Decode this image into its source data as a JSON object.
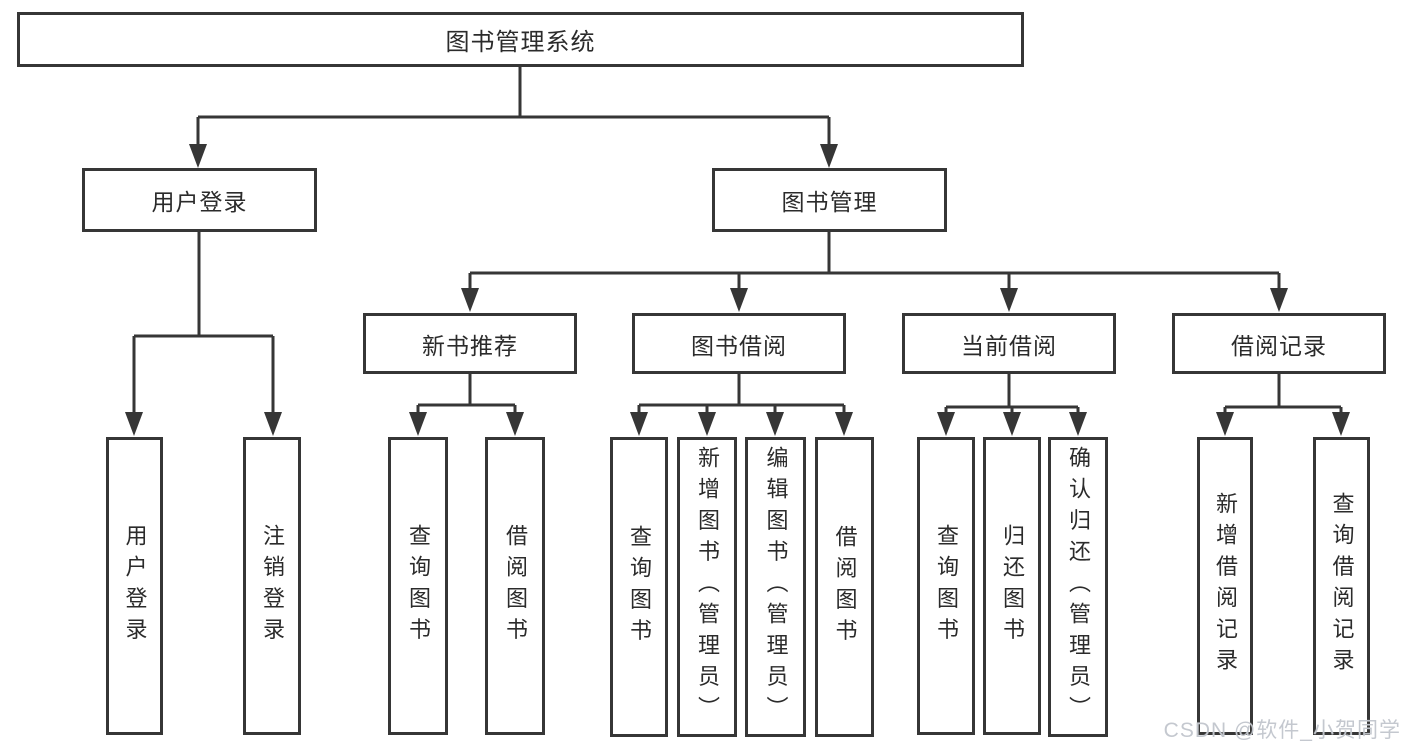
{
  "diagram_type": "hierarchy-tree",
  "tree": {
    "label": "图书管理系统",
    "children": [
      {
        "label": "用户登录",
        "children": [
          {
            "label": "用户登录"
          },
          {
            "label": "注销登录"
          }
        ]
      },
      {
        "label": "图书管理",
        "children": [
          {
            "label": "新书推荐",
            "children": [
              {
                "label": "查询图书"
              },
              {
                "label": "借阅图书"
              }
            ]
          },
          {
            "label": "图书借阅",
            "children": [
              {
                "label": "查询图书"
              },
              {
                "label": "新增图书（管理员）"
              },
              {
                "label": "编辑图书（管理员）"
              },
              {
                "label": "借阅图书"
              }
            ]
          },
          {
            "label": "当前借阅",
            "children": [
              {
                "label": "查询图书"
              },
              {
                "label": "归还图书"
              },
              {
                "label": "确认归还（管理员）"
              }
            ]
          },
          {
            "label": "借阅记录",
            "children": [
              {
                "label": "新增借阅记录"
              },
              {
                "label": "查询借阅记录"
              }
            ]
          }
        ]
      }
    ]
  },
  "watermark": {
    "text": "CSDN @软件_小贺同学"
  },
  "colors": {
    "line": "#363636",
    "box_border": "#363636",
    "text": "#2b2b2b",
    "background": "#ffffff",
    "watermark": "#c1c5cc"
  }
}
